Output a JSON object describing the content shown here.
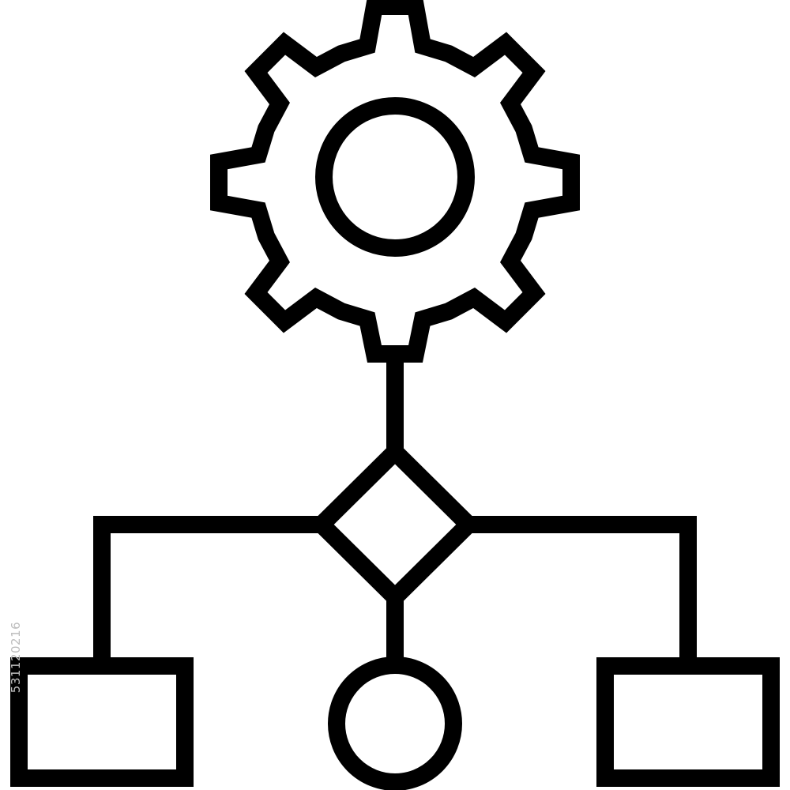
{
  "icon": {
    "name": "workflow-gear-flowchart-icon",
    "stroke_color": "#000000",
    "background_color": "#ffffff",
    "watermark_color": "#bdbdbd",
    "parts": [
      "gear",
      "decision-diamond",
      "left-process-box",
      "right-process-box",
      "terminal-circle"
    ]
  },
  "watermark": {
    "stock_id": "531120216"
  }
}
